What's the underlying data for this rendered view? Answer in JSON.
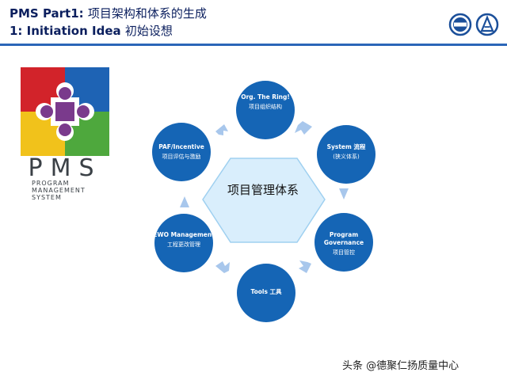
{
  "header": {
    "title_line1_en": "PMS Part1:",
    "title_line1_cn": "项目架构和体系的生成",
    "title_line2_en": "1: Initiation Idea",
    "title_line2_cn": "初始设想"
  },
  "logo": {
    "letters": "PMS",
    "caption_line1": "PROGRAM",
    "caption_line2": "MANAGEMENT",
    "caption_line3": "SYSTEM",
    "colors": {
      "red": "#d2232a",
      "blue": "#1e63b4",
      "yellow": "#f1c21b",
      "green": "#4ea83d",
      "purple": "#7a3a8c",
      "background": "#ffffff"
    }
  },
  "diagram": {
    "center": "项目管理体系",
    "nodes": [
      {
        "title": "Org. The Ring!",
        "subtitle": "项目组织结构"
      },
      {
        "title": "System 流程",
        "subtitle": "(狭义体系)"
      },
      {
        "title": "Program Governance",
        "subtitle": "项目管控"
      },
      {
        "title": "Tools 工具",
        "subtitle": ""
      },
      {
        "title": "EWO Management",
        "subtitle": "工程更改管理"
      },
      {
        "title": "PAF/Incentive",
        "subtitle": "项目评估与激励"
      }
    ],
    "colors": {
      "node": "#1565b5",
      "hexagon": "#d9eefc",
      "hexagon_border": "#9fd0f0",
      "arrow": "#a8c7ec"
    }
  },
  "watermark": "头条 @德聚仁扬质量中心"
}
